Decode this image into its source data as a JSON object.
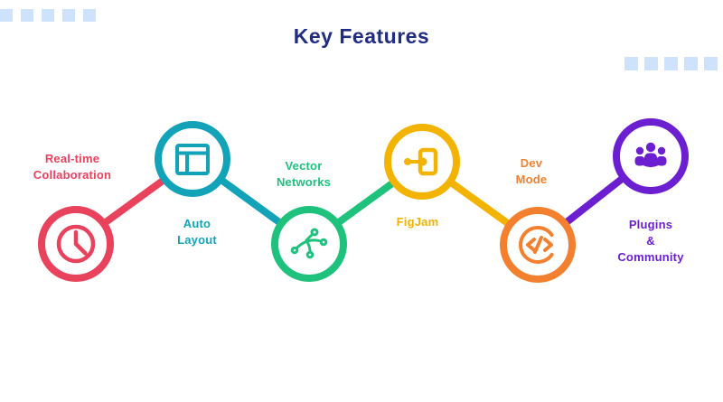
{
  "page": {
    "title": "Key Features",
    "title_color": "#212C83",
    "background_color": "#FFFFFF"
  },
  "decor": {
    "square_color": "#CFE2FB",
    "top_left_squares": 5,
    "right_squares": 5
  },
  "features": [
    {
      "name": "real-time-collaboration",
      "icon": "clock-icon",
      "color": "#E8425C",
      "lines": [
        "Real-time",
        "Collaboration"
      ]
    },
    {
      "name": "auto-layout",
      "icon": "layout-icon",
      "color": "#12A3B8",
      "lines": [
        "Auto",
        "Layout"
      ]
    },
    {
      "name": "vector-networks",
      "icon": "vector-network-icon",
      "color": "#1EC27D",
      "lines": [
        "Vector",
        "Networks"
      ]
    },
    {
      "name": "figjam",
      "icon": "connector-pen-icon",
      "color": "#F3B301",
      "lines": [
        "FigJam"
      ]
    },
    {
      "name": "dev-mode",
      "icon": "code-icon",
      "color": "#F2802E",
      "lines": [
        "Dev",
        "Mode"
      ]
    },
    {
      "name": "plugins-community",
      "icon": "community-icon",
      "color": "#6C1ED1",
      "lines": [
        "Plugins",
        "&",
        "Community"
      ]
    }
  ],
  "connectors": [
    {
      "from": "real-time-collaboration",
      "to": "auto-layout",
      "color": "#E8425C"
    },
    {
      "from": "auto-layout",
      "to": "vector-networks",
      "color": "#12A3B8"
    },
    {
      "from": "vector-networks",
      "to": "figjam",
      "color": "#1EC27D"
    },
    {
      "from": "figjam",
      "to": "dev-mode",
      "color": "#F3B301"
    },
    {
      "from": "dev-mode",
      "to": "plugins-community",
      "color": "#6C1ED1"
    }
  ]
}
